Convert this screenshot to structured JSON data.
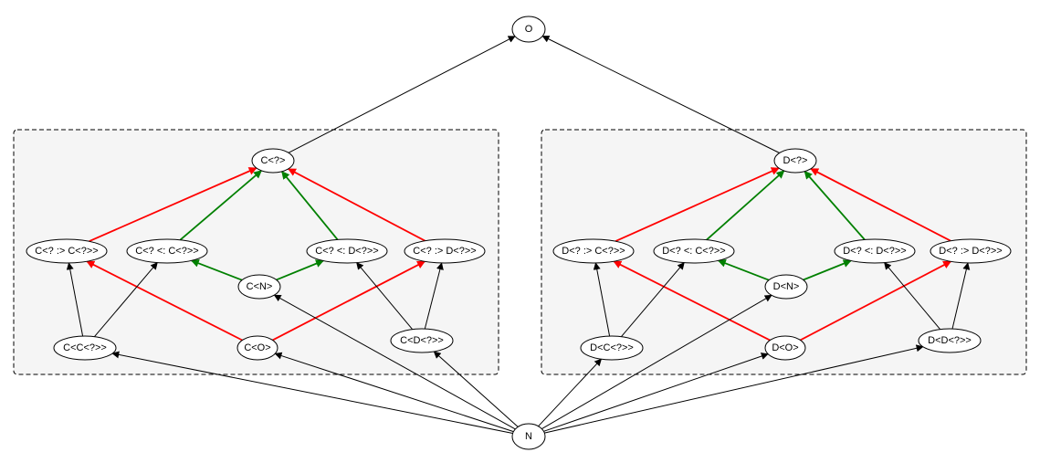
{
  "colors": {
    "background": "#ffffff",
    "cluster_fill": "#f5f5f5",
    "edge_black": "#000000",
    "edge_red": "#ff0000",
    "edge_green": "#008000"
  },
  "nodes": {
    "O": "O",
    "N": "N",
    "C": "C<?>",
    "C_ext_C": "C<? :> C<?>>",
    "C_sup_C": "C<? <: C<?>>",
    "C_sup_D": "C<? <: D<?>>",
    "C_ext_D": "C<? :> D<?>>",
    "C_N": "C<N>",
    "C_CC": "C<C<?>>",
    "C_O": "C<O>",
    "C_DD": "C<D<?>>",
    "D": "D<?>",
    "D_ext_C": "D<? :> C<?>>",
    "D_sup_C": "D<? <: C<?>>",
    "D_sup_D": "D<? <: D<?>>",
    "D_ext_D": "D<? :> D<?>>",
    "D_N": "D<N>",
    "D_CC": "D<C<?>>",
    "D_O": "D<O>",
    "D_DD": "D<D<?>>"
  },
  "edges": [
    {
      "from": "C",
      "to": "O",
      "color": "black"
    },
    {
      "from": "D",
      "to": "O",
      "color": "black"
    },
    {
      "from": "C_ext_C",
      "to": "C",
      "color": "red"
    },
    {
      "from": "C_sup_C",
      "to": "C",
      "color": "green"
    },
    {
      "from": "C_sup_D",
      "to": "C",
      "color": "green"
    },
    {
      "from": "C_ext_D",
      "to": "C",
      "color": "red"
    },
    {
      "from": "C_N",
      "to": "C_sup_C",
      "color": "green"
    },
    {
      "from": "C_N",
      "to": "C_sup_D",
      "color": "green"
    },
    {
      "from": "C_O",
      "to": "C_ext_C",
      "color": "red"
    },
    {
      "from": "C_O",
      "to": "C_ext_D",
      "color": "red"
    },
    {
      "from": "C_CC",
      "to": "C_ext_C",
      "color": "black"
    },
    {
      "from": "C_CC",
      "to": "C_sup_C",
      "color": "black"
    },
    {
      "from": "C_DD",
      "to": "C_sup_D",
      "color": "black"
    },
    {
      "from": "C_DD",
      "to": "C_ext_D",
      "color": "black"
    },
    {
      "from": "D_ext_C",
      "to": "D",
      "color": "red"
    },
    {
      "from": "D_sup_C",
      "to": "D",
      "color": "green"
    },
    {
      "from": "D_sup_D",
      "to": "D",
      "color": "green"
    },
    {
      "from": "D_ext_D",
      "to": "D",
      "color": "red"
    },
    {
      "from": "D_N",
      "to": "D_sup_C",
      "color": "green"
    },
    {
      "from": "D_N",
      "to": "D_sup_D",
      "color": "green"
    },
    {
      "from": "D_O",
      "to": "D_ext_C",
      "color": "red"
    },
    {
      "from": "D_O",
      "to": "D_ext_D",
      "color": "red"
    },
    {
      "from": "D_CC",
      "to": "D_ext_C",
      "color": "black"
    },
    {
      "from": "D_CC",
      "to": "D_sup_C",
      "color": "black"
    },
    {
      "from": "D_DD",
      "to": "D_sup_D",
      "color": "black"
    },
    {
      "from": "D_DD",
      "to": "D_ext_D",
      "color": "black"
    },
    {
      "from": "N",
      "to": "C_CC",
      "color": "black"
    },
    {
      "from": "N",
      "to": "C_O",
      "color": "black"
    },
    {
      "from": "N",
      "to": "C_N",
      "color": "black"
    },
    {
      "from": "N",
      "to": "C_DD",
      "color": "black"
    },
    {
      "from": "N",
      "to": "D_CC",
      "color": "black"
    },
    {
      "from": "N",
      "to": "D_N",
      "color": "black"
    },
    {
      "from": "N",
      "to": "D_O",
      "color": "black"
    },
    {
      "from": "N",
      "to": "D_DD",
      "color": "black"
    }
  ]
}
